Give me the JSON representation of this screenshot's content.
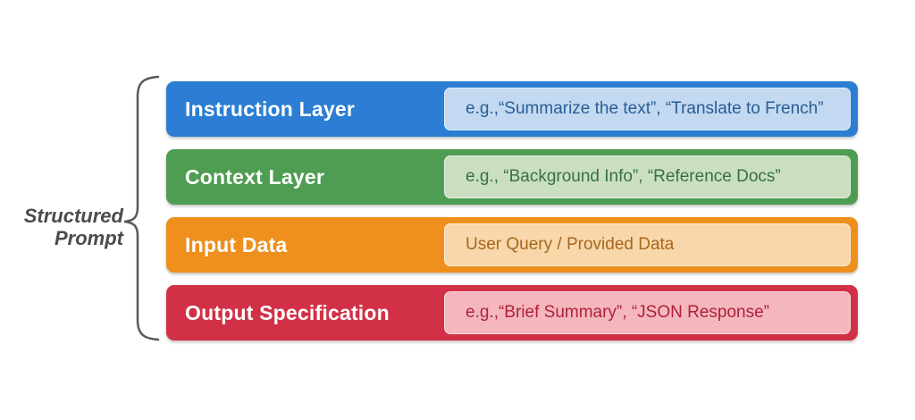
{
  "page": {
    "background_color": "#ffffff"
  },
  "brace": {
    "color": "#58595b"
  },
  "label": {
    "line1": "Structured",
    "line2": "Prompt",
    "color": "#4b4b4d"
  },
  "rows": [
    {
      "id": "instruction-layer",
      "title": "Instruction Layer",
      "detail": "e.g.,“Summarize the text”, “Translate to French”",
      "bar_color": "#2b7ed3",
      "panel_color": "#c2d9f1",
      "detail_text_color": "#2a5d93",
      "title_color": "#ffffff"
    },
    {
      "id": "context-layer",
      "title": "Context Layer",
      "detail": "e.g., “Background Info”, “Reference Docs”",
      "bar_color": "#4f9d52",
      "panel_color": "#cadfc2",
      "detail_text_color": "#3a7040",
      "title_color": "#ffffff"
    },
    {
      "id": "input-data",
      "title": "Input Data",
      "detail": "User Query / Provided Data",
      "bar_color": "#ee8f1e",
      "panel_color": "#f9d7ab",
      "detail_text_color": "#a7671d",
      "title_color": "#ffffff"
    },
    {
      "id": "output-specification",
      "title": "Output Specification",
      "detail": "e.g.,“Brief Summary”, “JSON Response”",
      "bar_color": "#d23046",
      "panel_color": "#f3b7bd",
      "detail_text_color": "#b02138",
      "title_color": "#ffffff"
    }
  ]
}
